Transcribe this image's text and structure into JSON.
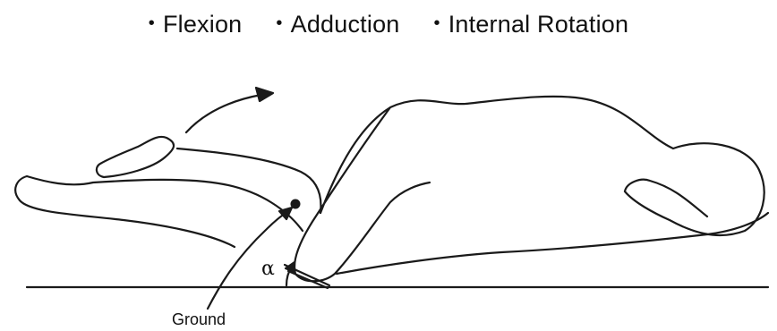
{
  "header": {
    "bullet": "•",
    "items": [
      {
        "label": "Flexion"
      },
      {
        "label": "Adduction"
      },
      {
        "label": "Internal Rotation"
      }
    ]
  },
  "figure": {
    "angle_symbol": "α",
    "ground_label": "Ground"
  }
}
